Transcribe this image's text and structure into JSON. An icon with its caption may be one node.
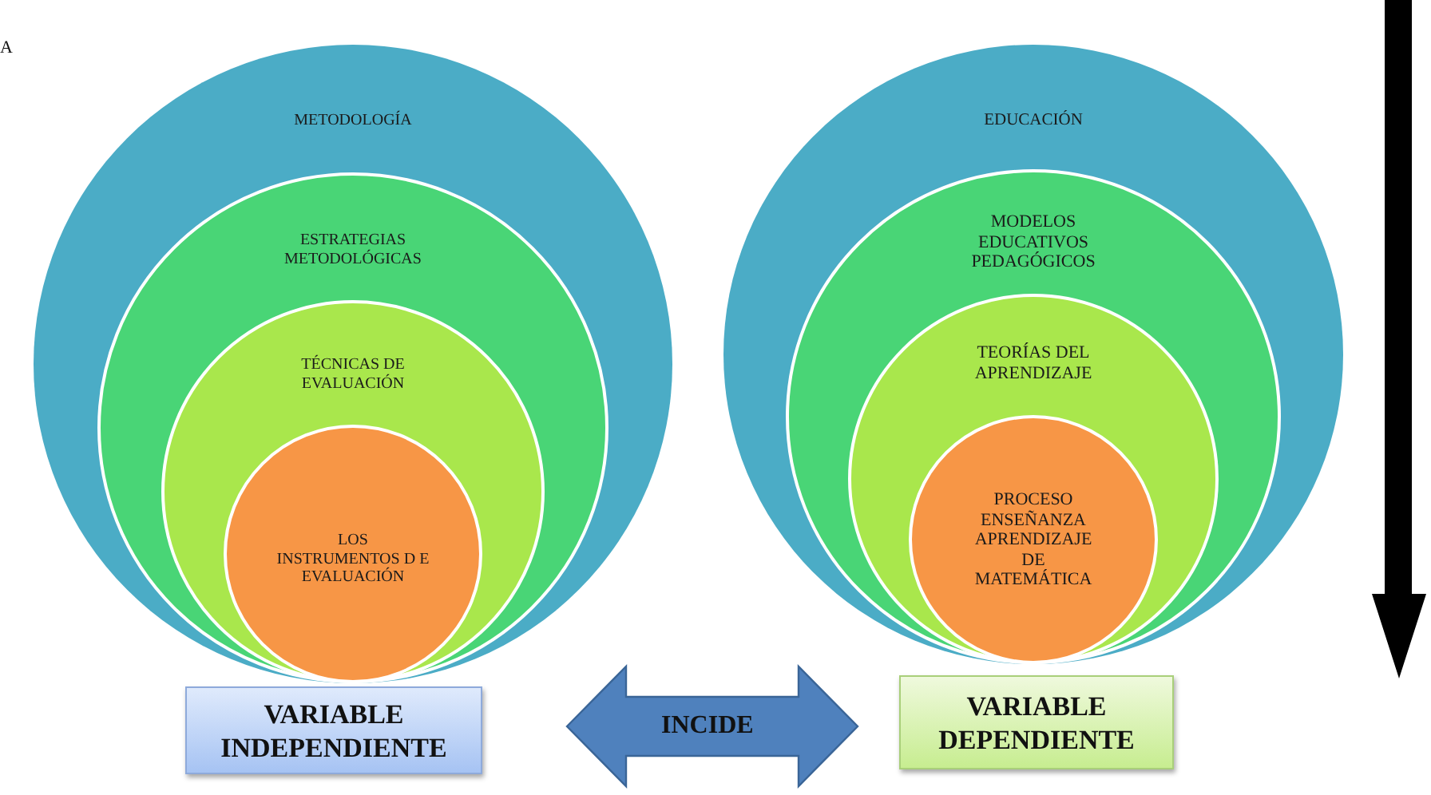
{
  "diagram": {
    "nodes": [
      {
        "text": [
          "METODOLOGÍA"
        ]
      },
      {
        "text": [
          "ESTRATEGIAS METODOLÓGICAS"
        ],
        "in": 0
      },
      {
        "text": [
          "TÉCNICAS DE EVALUACIÓN"
        ],
        "in": 1
      },
      {
        "text": [
          "LOS INSTRUMENTOS D E EVALUACIÓN"
        ],
        "in": 2
      },
      {
        "text": [
          "VARIABLE INDEPENDIENTE"
        ]
      },
      {
        "text": [
          "EDUCACIÓN"
        ]
      },
      {
        "text": [
          "MODELOS EDUCATIVOS PEDAGÓGICOS"
        ],
        "in": 5
      },
      {
        "text": [
          "TEORÍAS DEL APRENDIZAJE"
        ],
        "in": 6
      },
      {
        "text": [
          "PROCESO ENSEÑANZA APRENDIZAJE DE MATEMÁTICA"
        ],
        "in": 7
      },
      {
        "text": [
          "VARIABLE DEPENDIENTE"
        ]
      }
    ],
    "edges": [
      {
        "from": 4,
        "to": 9,
        "arrow": "both",
        "label": "INCIDE",
        "style": "thick",
        "color": "#4f81bd"
      }
    ],
    "labels": [
      "A"
    ]
  }
}
